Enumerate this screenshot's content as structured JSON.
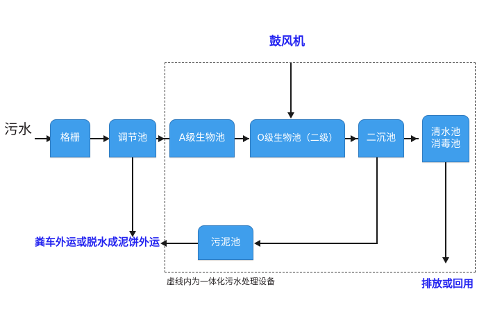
{
  "diagram": {
    "title_inlet": "污水",
    "blower_label": "鼓风机",
    "dashed_caption": "虚线内为一体化污水处理设备",
    "sludge_outlet_label": "粪车外运或脱水成泥饼外运",
    "effluent_label": "排放或回用",
    "colors": {
      "node_fill": "#3f9eec",
      "node_border": "#2f7bc0",
      "node_text": "#ffffff",
      "label_blue": "#2323f0",
      "label_black": "#231f20",
      "connector": "#1a1a1a",
      "dashed_border": "#3a3a3a",
      "background": "#ffffff"
    },
    "nodes": [
      {
        "id": "grille",
        "label": "格栅"
      },
      {
        "id": "equalization",
        "label": "调节池"
      },
      {
        "id": "a-stage",
        "label": "A级生物池"
      },
      {
        "id": "o-stage",
        "label": "O级生物池（二级）"
      },
      {
        "id": "clarifier",
        "label": "二沉池"
      },
      {
        "id": "clearwater",
        "label": "清水池\n消毒池"
      },
      {
        "id": "sludge",
        "label": "污泥池"
      }
    ],
    "flow_sequence": [
      "污水",
      "格栅",
      "调节池",
      "A级生物池",
      "O级生物池（二级）",
      "二沉池",
      "清水池消毒池",
      "排放或回用"
    ],
    "connections": [
      {
        "from": "污水",
        "to": "格栅",
        "type": "arrow-right"
      },
      {
        "from": "格栅",
        "to": "调节池",
        "type": "arrow-right"
      },
      {
        "from": "调节池",
        "to": "A级生物池",
        "type": "arrow-right"
      },
      {
        "from": "A级生物池",
        "to": "O级生物池（二级）",
        "type": "arrow-right"
      },
      {
        "from": "O级生物池（二级）",
        "to": "二沉池",
        "type": "arrow-right"
      },
      {
        "from": "二沉池",
        "to": "清水池消毒池",
        "type": "arrow-right"
      },
      {
        "from": "鼓风机",
        "to": "O级生物池（二级）",
        "type": "arrow-down"
      },
      {
        "from": "调节池",
        "to": "粪车外运或脱水成泥饼外运",
        "type": "arrow-down"
      },
      {
        "from": "二沉池",
        "to": "污泥池",
        "type": "elbow-left"
      },
      {
        "from": "污泥池",
        "to": "粪车外运或脱水成泥饼外运",
        "type": "arrow-left"
      },
      {
        "from": "清水池消毒池",
        "to": "排放或回用",
        "type": "arrow-down"
      }
    ]
  }
}
